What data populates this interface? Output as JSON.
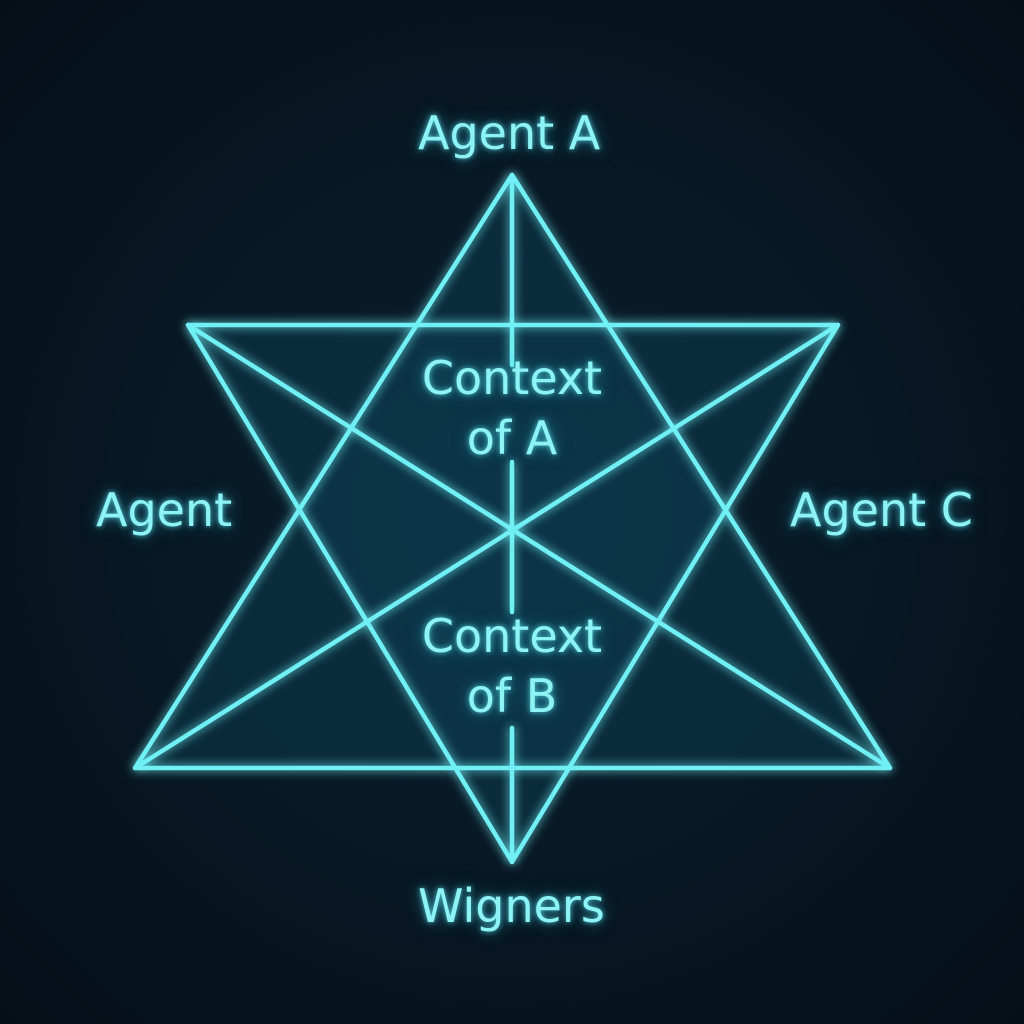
{
  "diagram": {
    "line_color": "#6ff0f5",
    "fill_color": "#0d3a4c",
    "background_color": "#06141f",
    "labels": {
      "top": "Agent A",
      "left": "Agent",
      "right": "Agent C",
      "bottom": "Wigners"
    },
    "context_a": {
      "line1": "Context",
      "line2": "of A"
    },
    "context_b": {
      "line1": "Context",
      "line2": "of B"
    }
  }
}
